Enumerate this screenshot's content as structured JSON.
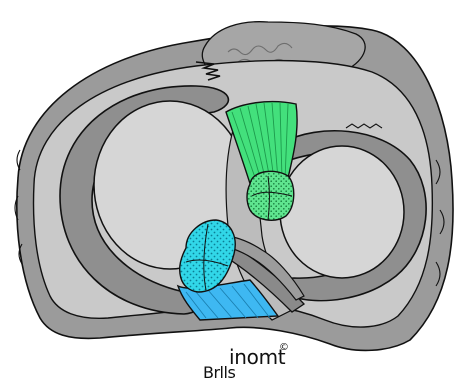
{
  "figure": {
    "kind": "knee-joint-anatomical-cross-section",
    "colors": {
      "background": "#ffffff",
      "outline": "#111111",
      "capsule_outer": "#9b9b9b",
      "capsule_band": "#c9c9c9",
      "meniscus": "#8f8f8f",
      "tibial_plateau": "#d6d6d6",
      "fat_pad": "#a6a6a6",
      "acl": "#43e07c",
      "acl_highlight": "#b8f2c9",
      "pcl": "#3eb8f2",
      "pcl_dots": "#12b5d6",
      "pcl_cut": "#31d7e8"
    },
    "watermark": {
      "logo_top": "inomt",
      "logo_bottom": "Brlls",
      "copyright": "©"
    }
  }
}
